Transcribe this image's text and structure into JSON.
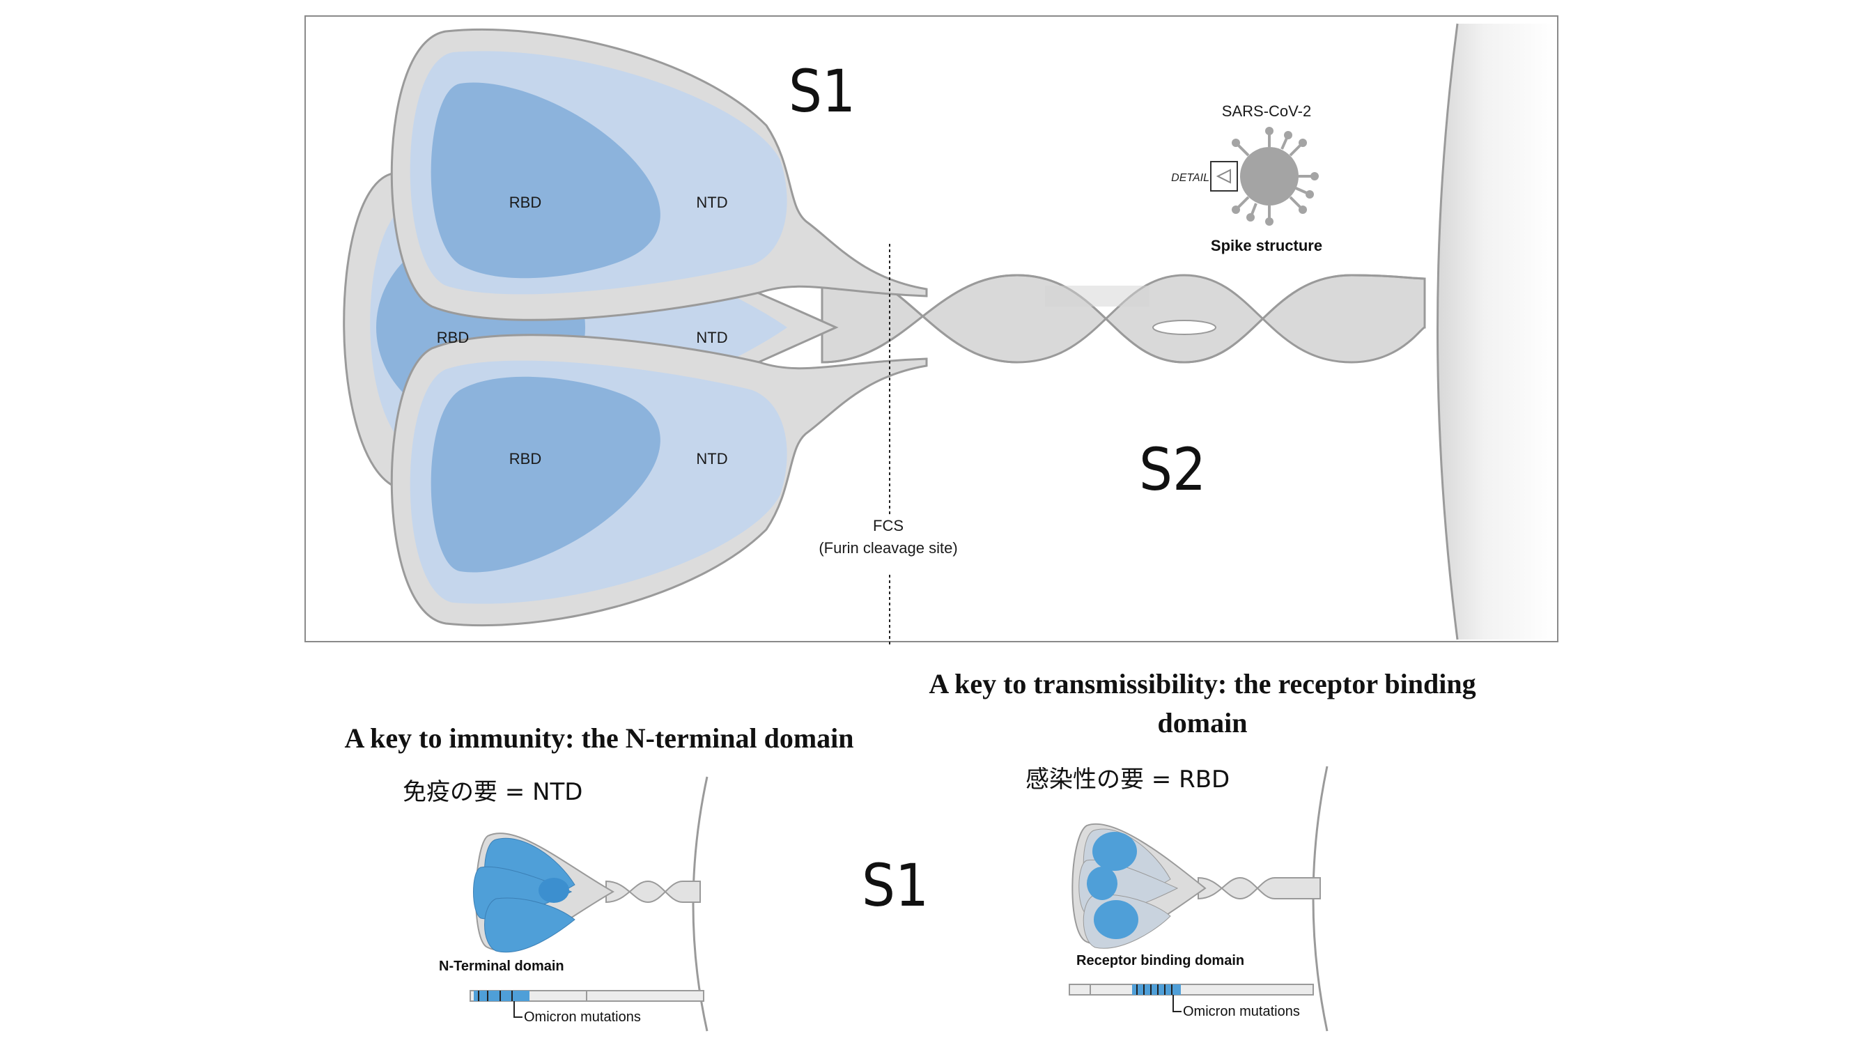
{
  "labels": {
    "s1_top": "S1",
    "s2": "S2",
    "rbd": "RBD",
    "ntd": "NTD",
    "fcs_line1": "FCS",
    "fcs_line2": "(Furin cleavage site)",
    "virus_title": "SARS-CoV-2",
    "detail": "DETAIL",
    "spike_structure": "Spike structure",
    "s1_middle": "S1"
  },
  "left_panel": {
    "title": "A key to immunity: the N-terminal domain",
    "jp_caption": "免疫の要 = NTD",
    "domain_label": "N-Terminal domain",
    "mutations_label": "Omicron mutations"
  },
  "right_panel": {
    "title_line1": "A key to transmissibility: the receptor binding",
    "title_line2": "domain",
    "jp_caption": "感染性の要 = RBD",
    "domain_label": "Receptor binding domain",
    "mutations_label": "Omicron mutations"
  },
  "colors": {
    "shell": "#dcdcdc",
    "shell_stroke": "#9a9a9a",
    "light_blue": "#c5d6ec",
    "mid_blue": "#8cb3dc",
    "bright_blue": "#4f9fd8"
  }
}
